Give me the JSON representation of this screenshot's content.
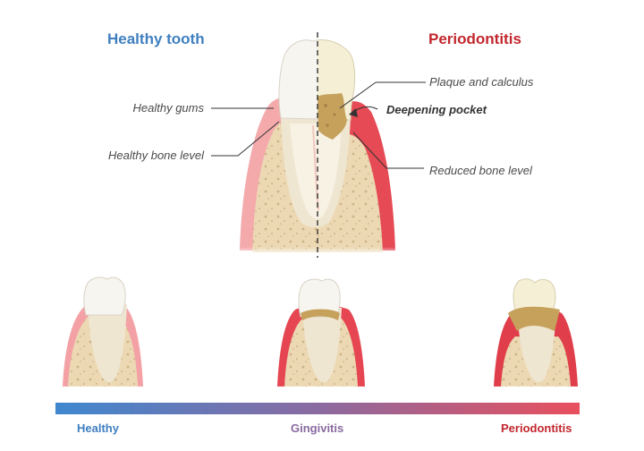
{
  "titles": {
    "healthy": "Healthy tooth",
    "periodontitis": "Periodontitis"
  },
  "labels": {
    "healthy_gums": "Healthy gums",
    "healthy_bone": "Healthy bone level",
    "plaque": "Plaque and calculus",
    "pocket": "Deepening pocket",
    "reduced_bone": "Reduced bone level"
  },
  "stages": [
    "Healthy",
    "Gingivitis",
    "Periodontitis"
  ],
  "colors": {
    "healthy_blue": "#3f7fc0",
    "perio_red": "#c1272d",
    "gingivitis_purple": "#8a6aa0",
    "gum_pink": "#f2a6a6",
    "inflamed_red": "#e3434f",
    "bone": "#ead7b2",
    "enamel": "#f7f5f0",
    "plaque": "#c9a45f"
  }
}
